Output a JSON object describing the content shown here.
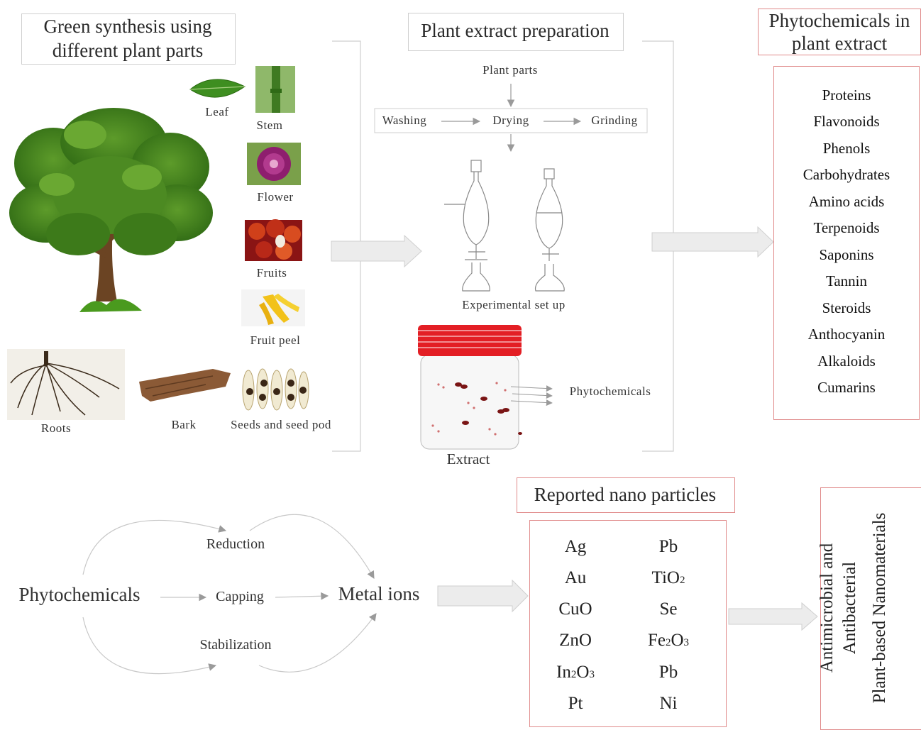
{
  "section1": {
    "title_line1": "Green synthesis using",
    "title_line2": "different plant parts",
    "parts": {
      "leaf": "Leaf",
      "stem": "Stem",
      "flower": "Flower",
      "fruits": "Fruits",
      "fruit_peel": "Fruit peel",
      "roots": "Roots",
      "bark": "Bark",
      "seeds": "Seeds and seed pod"
    }
  },
  "section2": {
    "title": "Plant extract preparation",
    "plant_parts": "Plant parts",
    "steps": [
      "Washing",
      "Drying",
      "Grinding"
    ],
    "experimental": "Experimental set up",
    "phytochemicals": "Phytochemicals",
    "extract": "Extract"
  },
  "section3": {
    "title_line1": "Phytochemicals in",
    "title_line2": "plant extract",
    "items": [
      "Proteins",
      "Flavonoids",
      "Phenols",
      "Carbohydrates",
      "Amino acids",
      "Terpenoids",
      "Saponins",
      "Tannin",
      "Steroids",
      "Anthocyanin",
      "Alkaloids",
      "Cumarins"
    ]
  },
  "mechanism": {
    "phytochemicals": "Phytochemicals",
    "reduction": "Reduction",
    "capping": "Capping",
    "stabilization": "Stabilization",
    "metal_ions": "Metal ions"
  },
  "nanoparticles": {
    "title": "Reported nano particles",
    "col1": [
      {
        "base": "Ag",
        "sub": "",
        "tail": ""
      },
      {
        "base": "Au",
        "sub": "",
        "tail": ""
      },
      {
        "base": "CuO",
        "sub": "",
        "tail": ""
      },
      {
        "base": "ZnO",
        "sub": "",
        "tail": ""
      },
      {
        "base": "In",
        "sub": "2",
        "tail": "O",
        "sub2": "3"
      },
      {
        "base": "Pt",
        "sub": "",
        "tail": ""
      }
    ],
    "col2": [
      {
        "base": "Pb",
        "sub": "",
        "tail": ""
      },
      {
        "base": "TiO",
        "sub": "2",
        "tail": ""
      },
      {
        "base": "Se",
        "sub": "",
        "tail": ""
      },
      {
        "base": "Fe",
        "sub": "2",
        "tail": "O",
        "sub2": "3"
      },
      {
        "base": "Pb",
        "sub": "",
        "tail": ""
      },
      {
        "base": "Ni",
        "sub": "",
        "tail": ""
      }
    ]
  },
  "outcome": {
    "line1": "Antimicrobial and",
    "line2": "Antibacterial",
    "line3": "Plant-based Nanomaterials"
  }
}
